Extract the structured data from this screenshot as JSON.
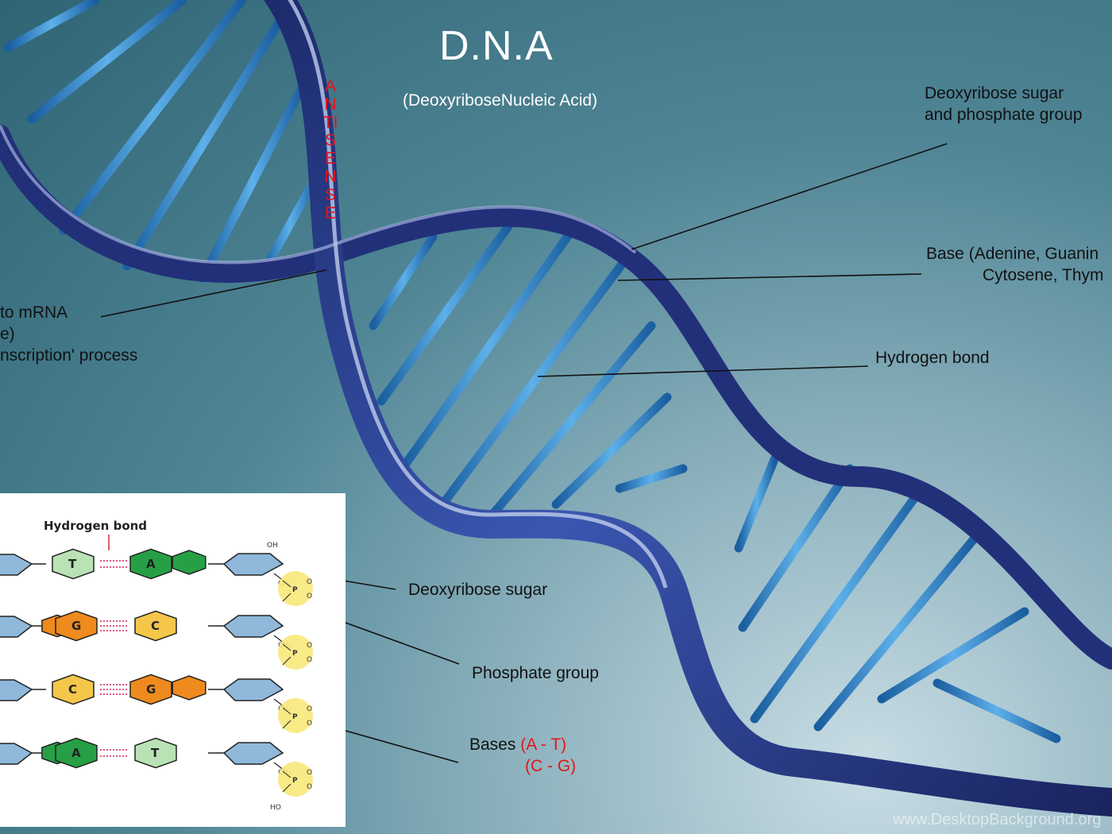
{
  "title": "D.N.A",
  "subtitle": "(DeoxyriboseNucleic Acid)",
  "antisense": "ANTISENSE",
  "labels": {
    "sugar_phosphate_line1": "Deoxyribose sugar",
    "sugar_phosphate_line2": "and phosphate group",
    "base_line1": "Base (Adenine, Guanin",
    "base_line2": "Cytosene, Thym",
    "hydrogen_bond": "Hydrogen bond",
    "mrna_line1": "to mRNA",
    "mrna_line2": "e)",
    "mrna_line3": "nscription' process",
    "deoxyribose_sugar": "Deoxyribose sugar",
    "phosphate_group": "Phosphate group",
    "bases_prefix": "Bases ",
    "bases_pair1": "(A - T)",
    "bases_pair2": "(C - G)"
  },
  "inset": {
    "heading": "Hydrogen bond",
    "pairs": [
      {
        "left": "T",
        "right": "A"
      },
      {
        "left": "G",
        "right": "C"
      },
      {
        "left": "C",
        "right": "G"
      },
      {
        "left": "A",
        "right": "T"
      }
    ],
    "chem": {
      "oh": "OH",
      "ch2": "CH₂",
      "ho": "HO",
      "p": "P",
      "o": "O"
    }
  },
  "watermark": "www.DesktopBackground.org",
  "colors": {
    "strand": "#2b3f8a",
    "rung": "#2f7fc4",
    "label_red": "#e01818",
    "base_T": "#b9e3b4",
    "base_A": "#27a045",
    "base_G": "#ee8a1e",
    "base_C": "#f4c64a",
    "sugar": "#8fb8da",
    "phosphate": "#f7e97a"
  }
}
